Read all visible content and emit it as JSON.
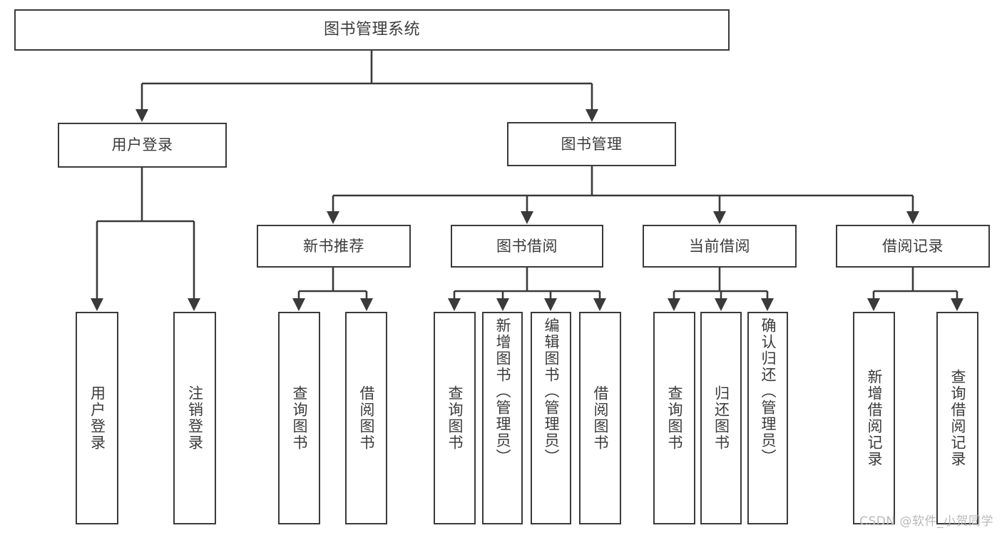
{
  "diagram": {
    "title": "图书管理系统",
    "type": "tree",
    "colors": {
      "stroke": "#3a3a3a",
      "fill": "#ffffff",
      "text": "#3b3b3b",
      "watermark": "#b9b9b9",
      "background": "#ffffff"
    },
    "watermark": "CSDN @软件_小贺同学"
  },
  "nodes": {
    "root": {
      "label": "图书管理系统"
    },
    "level1": [
      {
        "id": "user-login",
        "label": "用户登录"
      },
      {
        "id": "book-manage",
        "label": "图书管理"
      }
    ],
    "level2": [
      {
        "id": "new-book-rec",
        "label": "新书推荐",
        "parent": "book-manage"
      },
      {
        "id": "book-borrow",
        "label": "图书借阅",
        "parent": "book-manage"
      },
      {
        "id": "current-borrow",
        "label": "当前借阅",
        "parent": "book-manage"
      },
      {
        "id": "borrow-record",
        "label": "借阅记录",
        "parent": "book-manage"
      }
    ],
    "leaves": [
      {
        "id": "leaf-user-login",
        "label": "用户登录",
        "parent": "user-login"
      },
      {
        "id": "leaf-user-logout",
        "label": "注销登录",
        "parent": "user-login"
      },
      {
        "id": "leaf-query-book-1",
        "label": "查询图书",
        "parent": "new-book-rec"
      },
      {
        "id": "leaf-borrow-book-1",
        "label": "借阅图书",
        "parent": "new-book-rec"
      },
      {
        "id": "leaf-query-book-2",
        "label": "查询图书",
        "parent": "book-borrow"
      },
      {
        "id": "leaf-add-book",
        "label": "新增图书（管理员）",
        "parent": "book-borrow"
      },
      {
        "id": "leaf-edit-book",
        "label": "编辑图书（管理员）",
        "parent": "book-borrow"
      },
      {
        "id": "leaf-borrow-book-2",
        "label": "借阅图书",
        "parent": "book-borrow"
      },
      {
        "id": "leaf-query-book-3",
        "label": "查询图书",
        "parent": "current-borrow"
      },
      {
        "id": "leaf-return-book",
        "label": "归还图书",
        "parent": "current-borrow"
      },
      {
        "id": "leaf-confirm-return",
        "label": "确认归还（管理员）",
        "parent": "current-borrow"
      },
      {
        "id": "leaf-add-record",
        "label": "新增借阅记录",
        "parent": "borrow-record"
      },
      {
        "id": "leaf-query-record",
        "label": "查询借阅记录",
        "parent": "borrow-record"
      }
    ]
  }
}
